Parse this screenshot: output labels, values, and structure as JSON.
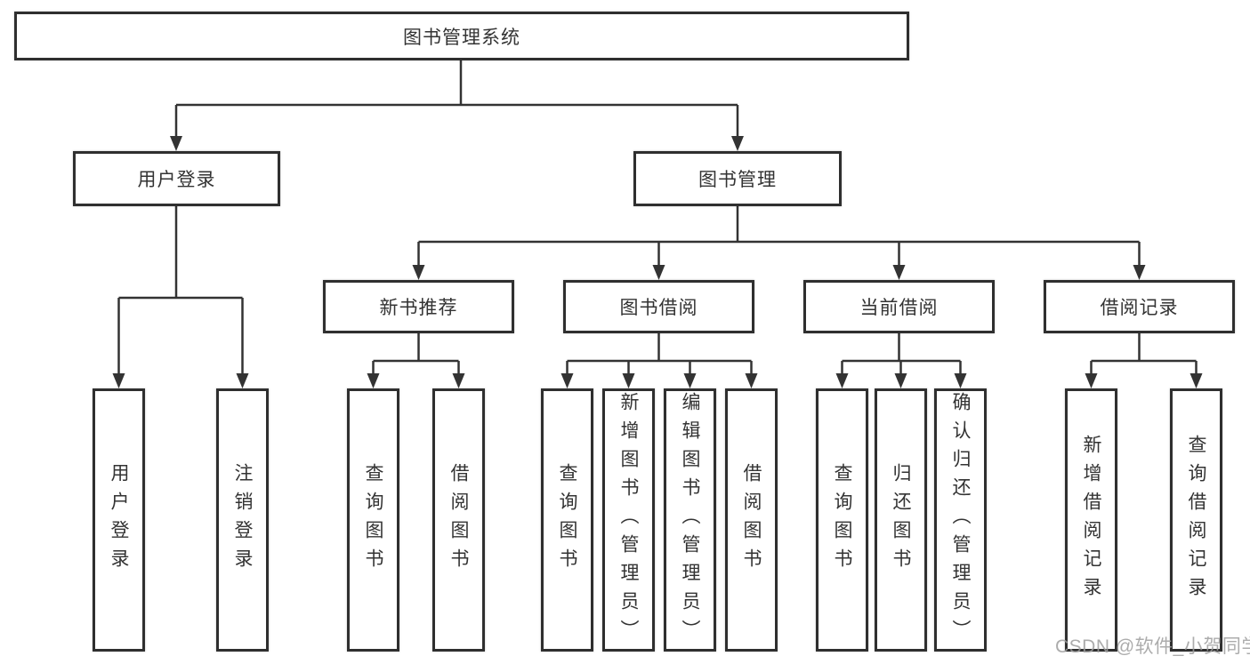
{
  "diagram": {
    "root": {
      "label": "图书管理系统"
    },
    "level2": [
      {
        "label": "用户登录"
      },
      {
        "label": "图书管理"
      }
    ],
    "level3": [
      {
        "label": "新书推荐"
      },
      {
        "label": "图书借阅"
      },
      {
        "label": "当前借阅"
      },
      {
        "label": "借阅记录"
      }
    ],
    "leaves": {
      "login": [
        "用户登录",
        "注销登录"
      ],
      "recommend": [
        "查询图书",
        "借阅图书"
      ],
      "borrow": [
        "查询图书",
        "新增图书（管理员）",
        "编辑图书（管理员）",
        "借阅图书"
      ],
      "current": [
        "查询图书",
        "归还图书",
        "确认归还（管理员）"
      ],
      "records": [
        "新增借阅记录",
        "查询借阅记录"
      ]
    },
    "colors": {
      "line": "#333333",
      "box_border": "#2f2f2f",
      "text": "#333333",
      "watermark": "#9e9e9e",
      "background": "#ffffff"
    }
  },
  "watermark": {
    "text": "CSDN @软件_小贺同学"
  }
}
